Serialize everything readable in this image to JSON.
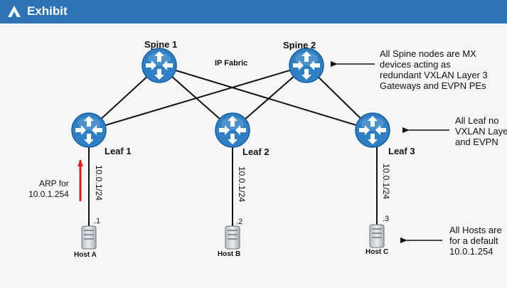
{
  "window": {
    "title": "Exhibit"
  },
  "diagram": {
    "center_label": "IP Fabric",
    "spines": [
      {
        "label": "Spine 1"
      },
      {
        "label": "Spine 2"
      }
    ],
    "leaves": [
      {
        "label": "Leaf 1"
      },
      {
        "label": "Leaf 2"
      },
      {
        "label": "Leaf 3"
      }
    ],
    "hosts": [
      {
        "label": "Host A",
        "subnet": "10.0.1/24",
        "octet": ".1"
      },
      {
        "label": "Host B",
        "subnet": "10.0.1/24",
        "octet": ".2"
      },
      {
        "label": "Host C",
        "subnet": "10.0.1/24",
        "octet": ".3"
      }
    ],
    "arp_note": {
      "line1": "ARP for",
      "line2": "10.0.1.254"
    },
    "notes": {
      "spine": [
        "All Spine nodes are MX",
        "devices acting as",
        "redundant VXLAN Layer 3",
        "Gateways and EVPN PEs"
      ],
      "leaf": [
        "All Leaf no",
        "VXLAN Laye",
        "and EVPN"
      ],
      "host": [
        "All Hosts are",
        "for a default",
        "10.0.1.254"
      ]
    },
    "colors": {
      "arp_arrow": "#e02020",
      "router": "#2f7fc4",
      "titlebar": "#2d73b5"
    }
  }
}
